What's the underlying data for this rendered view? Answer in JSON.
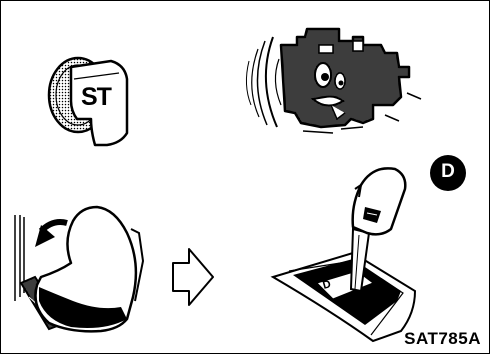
{
  "panels": {
    "ignition": {
      "key_label": "ST"
    },
    "engine": {},
    "brake": {},
    "selector": {
      "gear_badge": "D",
      "gate_label": "D"
    }
  },
  "figure_code": "SAT785A"
}
